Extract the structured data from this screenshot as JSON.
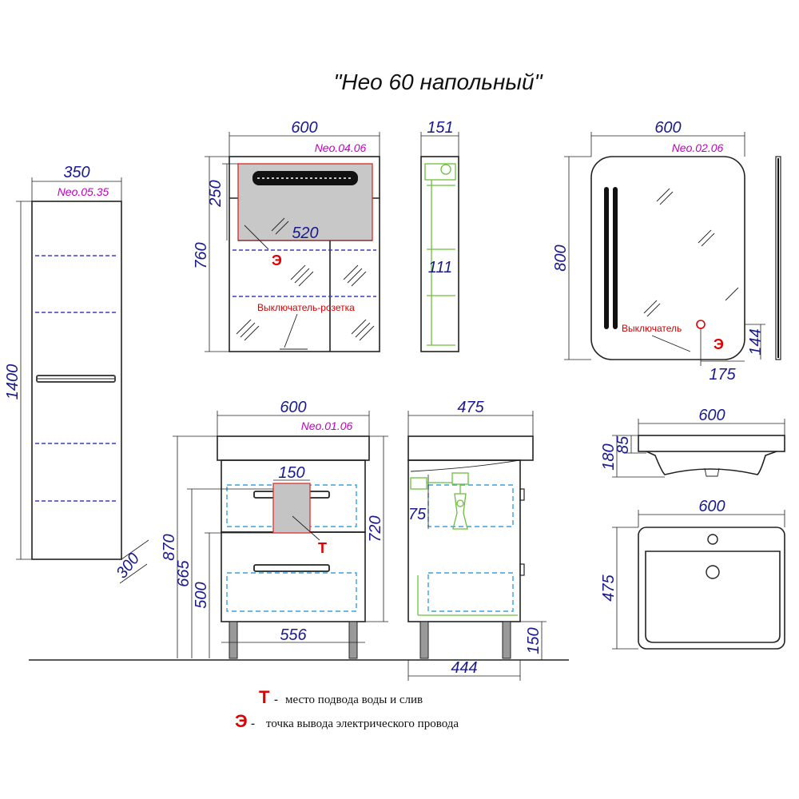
{
  "title": "\"Нео 60 напольный\"",
  "models": {
    "tall_cabinet": "Neo.05.35",
    "mirror_cabinet": "Neo.04.06",
    "mirror": "Neo.02.06",
    "vanity": "Neo.01.06"
  },
  "dimensions": {
    "tall_width": "350",
    "tall_height": "1400",
    "tall_depth": "300",
    "mc_width": "600",
    "mc_height": "760",
    "mc_top": "250",
    "mc_inner": "520",
    "mc_depth": "151",
    "mc_shelf": "111",
    "mirror_width": "600",
    "mirror_height": "800",
    "mirror_right": "175",
    "mirror_bottom": "144",
    "vanity_width": "600",
    "vanity_inner_width": "556",
    "vanity_pipe": "150",
    "vanity_total_h": "870",
    "vanity_body_h": "720",
    "vanity_665": "665",
    "vanity_500": "500",
    "side_depth": "475",
    "side_floor_depth": "444",
    "side_75": "75",
    "side_legs": "150",
    "sink_width": "600",
    "sink_h1": "180",
    "sink_h2": "85",
    "sink_top_width": "600",
    "sink_depth": "475"
  },
  "notes": {
    "switch_socket": "Выключатель-розетка",
    "switch": "Выключатель",
    "e_mark": "Э",
    "t_mark": "Т"
  },
  "legend": [
    {
      "mark": "Т",
      "sep": "-",
      "text": "место подвода воды и слив"
    },
    {
      "mark": "Э",
      "sep": "-",
      "text": "точка вывода электрического провода"
    }
  ]
}
